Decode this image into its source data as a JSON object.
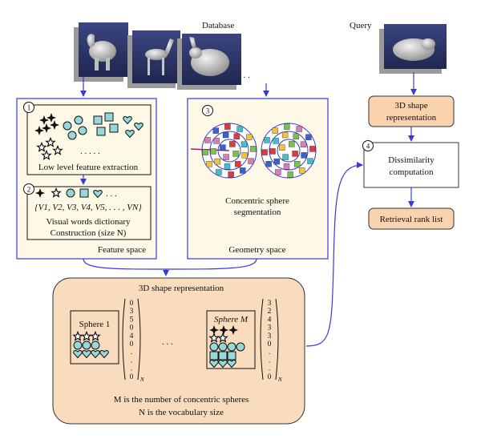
{
  "labels": {
    "database": "Database",
    "query": "Query",
    "dots_database": ". . .",
    "shape_rep_query_line1": "3D shape",
    "shape_rep_query_line2": "representation",
    "dissimilarity_line1": "Dissimilarity",
    "dissimilarity_line2": "computation",
    "retrieval": "Retrieval rank list",
    "step1": "1",
    "step2": "2",
    "step3": "3",
    "step4": "4",
    "low_level": "Low level feature extraction",
    "feature_dots": ". . . . .",
    "vocab_dots": ". . .",
    "vocab_set": "{V1, V2, V3, V4, V5, . . . , VN}",
    "visual_words_line1": "Visual words dictionary",
    "visual_words_line2": "Construction (size N)",
    "feature_space": "Feature space",
    "concentric_line1": "Concentric sphere",
    "concentric_line2": "segmentation",
    "geometry_space": "Geometry space",
    "bottom_title": "3D shape representation",
    "sphere1": "Sphere 1",
    "sphereM": "Sphere M",
    "middle_dots": ". . .",
    "footnote_line1": "M is the number of concentric spheres",
    "footnote_line2": "N is the vocabulary size",
    "vector_subscript": "N"
  },
  "vector1": [
    "0",
    "3",
    "5",
    "0",
    "4",
    "0",
    ".",
    ".",
    ".",
    "0"
  ],
  "vectorM": [
    "3",
    "2",
    "4",
    "3",
    "3",
    "0",
    ".",
    ".",
    ".",
    "0"
  ],
  "colors": {
    "arrow_blue": "#3a3ad8",
    "panel_cream": "#fdf9e6",
    "rep_orange": "#f9d2ae",
    "bottom_peach": "#f8dcbd",
    "shape_cyan": "#98d8d8"
  }
}
